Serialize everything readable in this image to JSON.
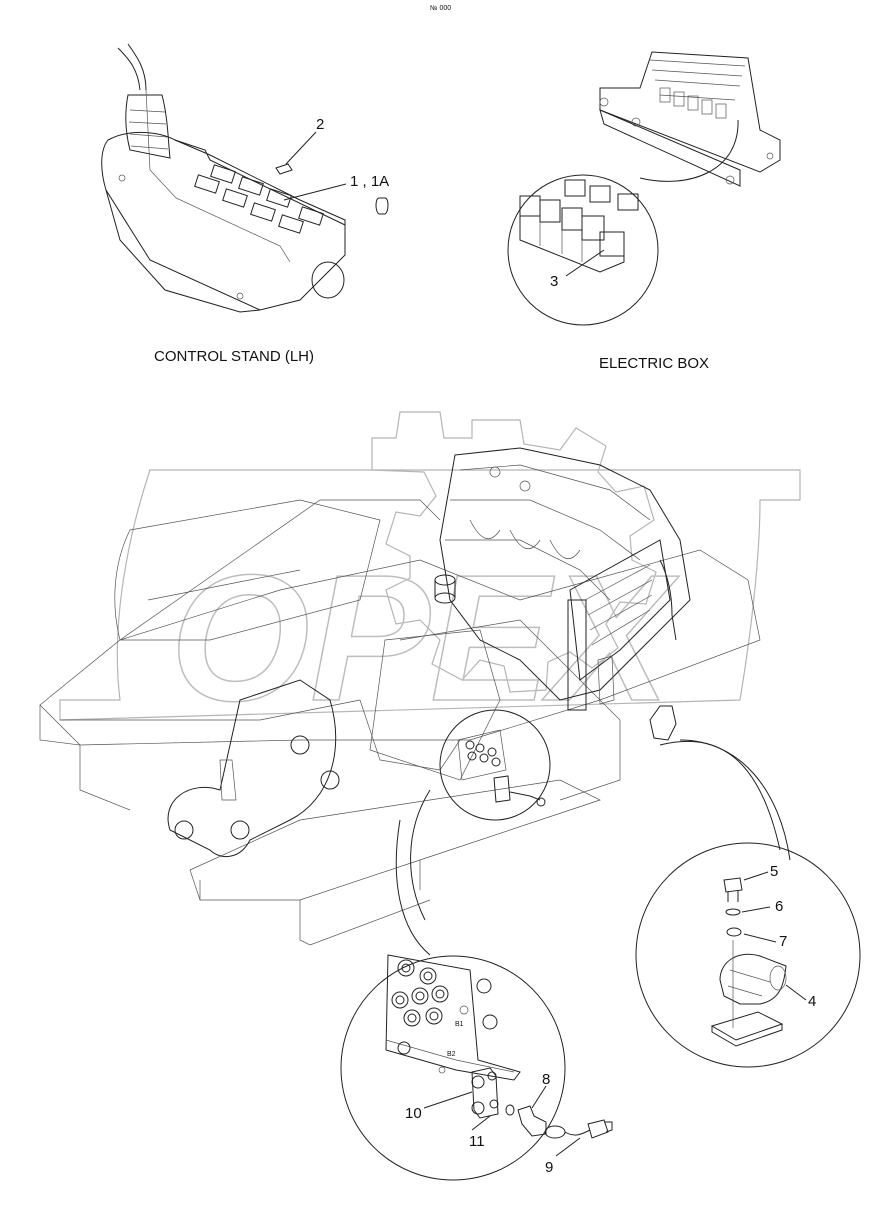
{
  "header": {
    "code": "№ 000"
  },
  "views": {
    "control_stand": {
      "caption": "CONTROL STAND (LH)"
    },
    "electric_box": {
      "caption": "ELECTRIC BOX"
    }
  },
  "watermark": {
    "text": "OPEX"
  },
  "parts": {
    "p1": "1 , 1A",
    "p2": "2",
    "p3": "3",
    "p4": "4",
    "p5": "5",
    "p6": "6",
    "p7": "7",
    "p8": "8",
    "p9": "9",
    "p10": "10",
    "p11": "11"
  },
  "port_labels": {
    "b1": "B1",
    "b2": "B2"
  }
}
